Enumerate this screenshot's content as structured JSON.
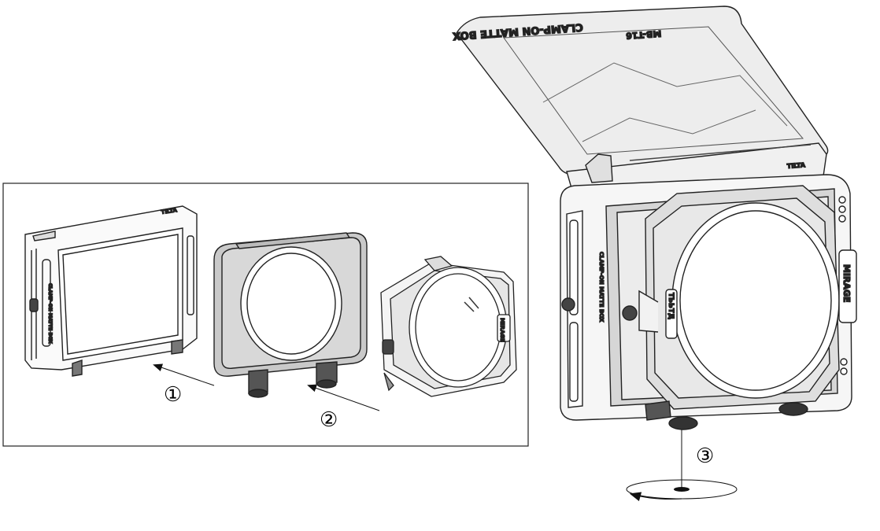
{
  "steps": [
    "①",
    "②",
    "③"
  ],
  "labels": {
    "matte_box_name": "CLAMP-ON MATTE BOX",
    "model": "MB-T16",
    "brand": "MIRAGE",
    "brand_small": "MIRAGE",
    "side_text": "CLAMP-ON MATTE BOX",
    "logo": "TILTA",
    "brand_caps": "ТЬЬТД"
  },
  "colors": {
    "line": "#1a1a1a",
    "gray_fill": "#c9c9c9",
    "light_fill": "#f2f2f2"
  }
}
